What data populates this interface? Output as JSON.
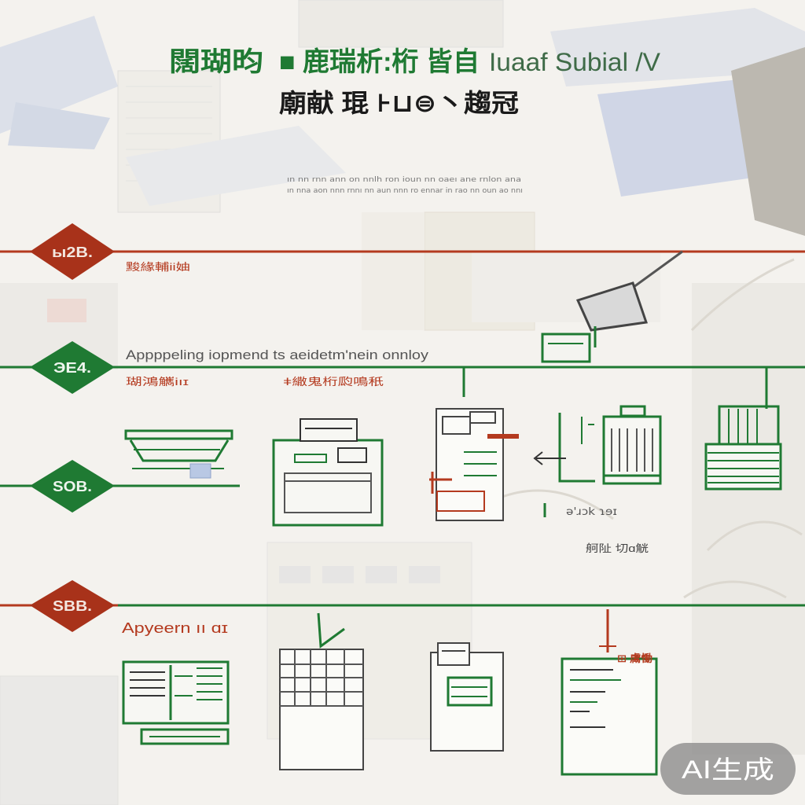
{
  "title": {
    "part1": "闊瑚昀",
    "part2": "■ 鹿瑞析:桁 皆自",
    "part3": "Iuaaf Subial /V",
    "line2": "廟献 琨 ⊦⊔⊜丶趨冠"
  },
  "intro": [
    "ın nn rnn ann on nnlh ron ioun nn oaeı ane rnlon ana",
    "ın nna aon nnn rnnı nn aun nnn ro ennar in rao nn oun ao nnı"
  ],
  "rows": [
    {
      "label": "ы2В.",
      "caption": "黢緣輔ii妯"
    },
    {
      "label": "ЭЕ4.",
      "heading": "Appppeling iopmend  ts aeidetm'nein onnloy",
      "captions": [
        "瑚鴻觽iıɪ",
        "ǂ繖鬼桁瓝鳴秖"
      ]
    },
    {
      "label": "SOB."
    },
    {
      "label": "SBB.",
      "caption": "Apyeern ıı ɑɪ"
    }
  ],
  "icon_captions": {
    "document_arrow": "ǝ'ɹɔk ɿɘɪ",
    "building_group": "舸阯 切ɑ觥",
    "report": "⊞ 鬳慟"
  },
  "badge": "AI生成",
  "colors": {
    "red": "#b43a1f",
    "green": "#1f7a33",
    "background": "#f4f2ee"
  },
  "icons": {
    "top": "tablet-icon",
    "row2": [
      "tray-icon",
      "printer-icon",
      "form-icon",
      "document-arrow-icon",
      "building-icon",
      "grid-panel-icon"
    ],
    "row4": [
      "monitor-icon",
      "spreadsheet-icon",
      "document-icon",
      "report-icon"
    ]
  }
}
